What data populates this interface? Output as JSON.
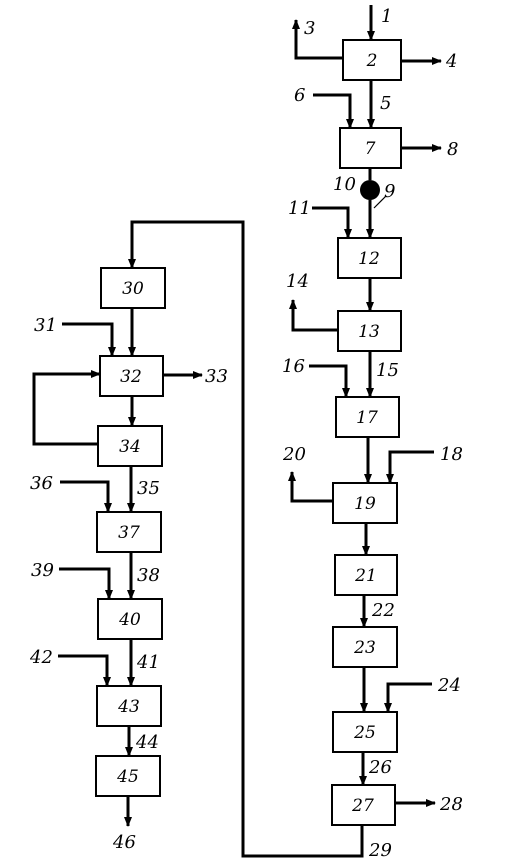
{
  "boxes": {
    "b2": "2",
    "b7": "7",
    "b12": "12",
    "b13": "13",
    "b17": "17",
    "b19": "19",
    "b21": "21",
    "b23": "23",
    "b25": "25",
    "b27": "27",
    "b30": "30",
    "b32": "32",
    "b34": "34",
    "b37": "37",
    "b40": "40",
    "b43": "43",
    "b45": "45"
  },
  "streams": {
    "s1": "1",
    "s3": "3",
    "s4": "4",
    "s5": "5",
    "s6": "6",
    "s8": "8",
    "s9": "9",
    "s10": "10",
    "s11": "11",
    "s14": "14",
    "s15": "15",
    "s16": "16",
    "s18": "18",
    "s20": "20",
    "s22": "22",
    "s24": "24",
    "s26": "26",
    "s28": "28",
    "s29": "29",
    "s31": "31",
    "s33": "33",
    "s35": "35",
    "s36": "36",
    "s38": "38",
    "s39": "39",
    "s41": "41",
    "s42": "42",
    "s44": "44",
    "s46": "46"
  }
}
